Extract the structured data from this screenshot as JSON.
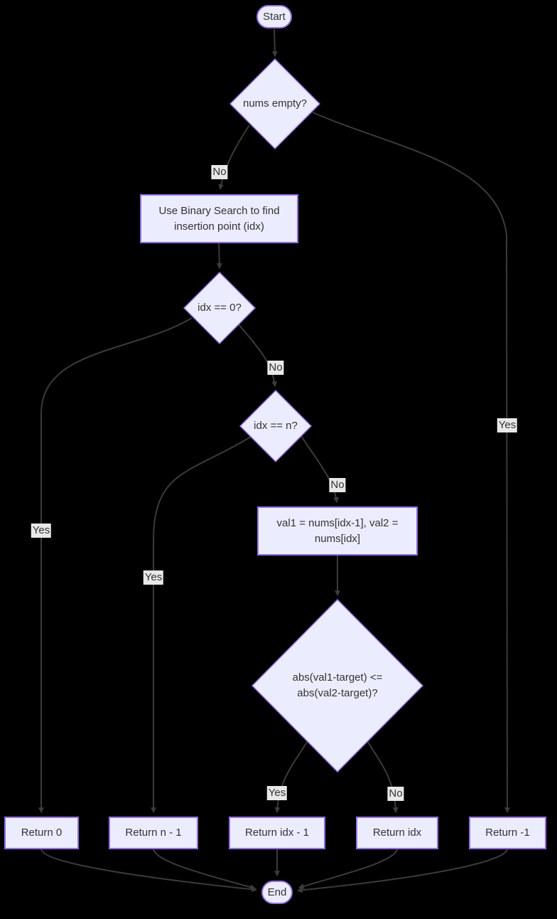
{
  "diagram": {
    "type": "flowchart",
    "direction": "top-down",
    "nodes": {
      "start": {
        "label": "Start",
        "shape": "stadium"
      },
      "nums_empty": {
        "label": "nums empty?",
        "shape": "diamond"
      },
      "binary_search": {
        "label": "Use Binary Search to find insertion point (idx)",
        "shape": "rect"
      },
      "idx_eq_0": {
        "label": "idx == 0?",
        "shape": "diamond"
      },
      "idx_eq_n": {
        "label": "idx == n?",
        "shape": "diamond"
      },
      "assign_vals": {
        "label": "val1 = nums[idx-1], val2 = nums[idx]",
        "shape": "rect"
      },
      "abs_compare": {
        "label": "abs(val1-target) <= abs(val2-target)?",
        "shape": "diamond"
      },
      "return_0": {
        "label": "Return 0",
        "shape": "rect"
      },
      "return_n_minus_1": {
        "label": "Return n - 1",
        "shape": "rect"
      },
      "return_idx_minus_1": {
        "label": "Return idx - 1",
        "shape": "rect"
      },
      "return_idx": {
        "label": "Return idx",
        "shape": "rect"
      },
      "return_minus_1": {
        "label": "Return -1",
        "shape": "rect"
      },
      "end": {
        "label": "End",
        "shape": "stadium"
      }
    },
    "edges": [
      {
        "from": "start",
        "to": "nums_empty",
        "label": ""
      },
      {
        "from": "nums_empty",
        "to": "binary_search",
        "label": "No"
      },
      {
        "from": "nums_empty",
        "to": "return_minus_1",
        "label": "Yes"
      },
      {
        "from": "binary_search",
        "to": "idx_eq_0",
        "label": ""
      },
      {
        "from": "idx_eq_0",
        "to": "return_0",
        "label": "Yes"
      },
      {
        "from": "idx_eq_0",
        "to": "idx_eq_n",
        "label": "No"
      },
      {
        "from": "idx_eq_n",
        "to": "return_n_minus_1",
        "label": "Yes"
      },
      {
        "from": "idx_eq_n",
        "to": "assign_vals",
        "label": "No"
      },
      {
        "from": "assign_vals",
        "to": "abs_compare",
        "label": ""
      },
      {
        "from": "abs_compare",
        "to": "return_idx_minus_1",
        "label": "Yes"
      },
      {
        "from": "abs_compare",
        "to": "return_idx",
        "label": "No"
      },
      {
        "from": "return_0",
        "to": "end",
        "label": ""
      },
      {
        "from": "return_n_minus_1",
        "to": "end",
        "label": ""
      },
      {
        "from": "return_idx_minus_1",
        "to": "end",
        "label": ""
      },
      {
        "from": "return_idx",
        "to": "end",
        "label": ""
      },
      {
        "from": "return_minus_1",
        "to": "end",
        "label": ""
      }
    ]
  },
  "colors": {
    "bg": "#000000",
    "node_fill": "#ECECFF",
    "node_border": "#9370DB",
    "edge": "#3b3b3b",
    "label_bg": "#e8e8e8",
    "text": "#333333"
  }
}
